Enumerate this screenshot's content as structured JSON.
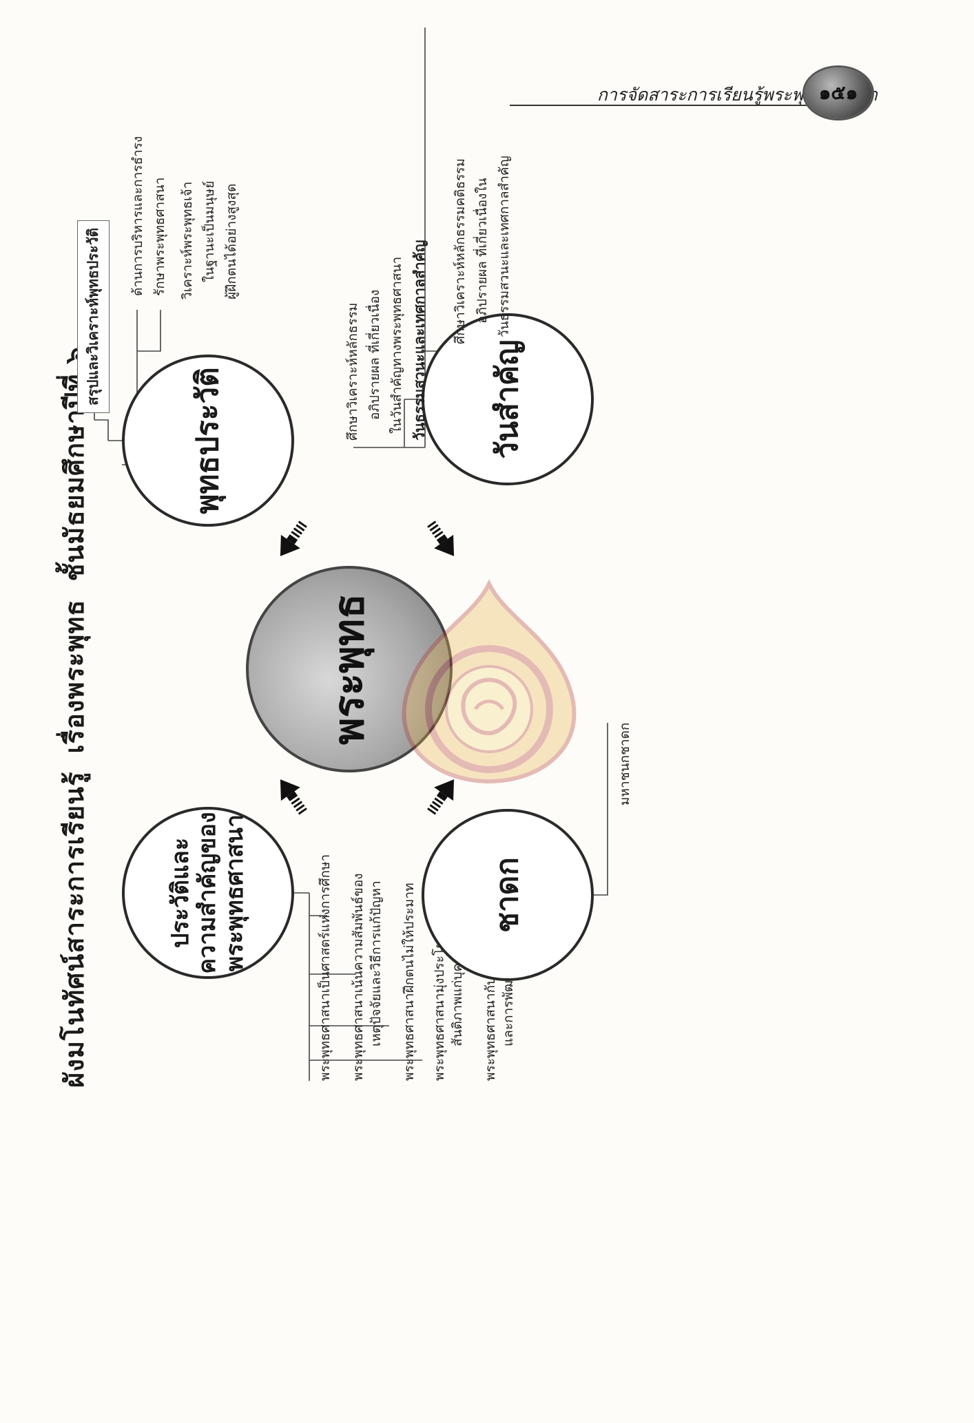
{
  "header": {
    "running_head": "การจัดสาระการเรียนรู้พระพุทธศาสนา",
    "page_number": "๑๕๑"
  },
  "title": {
    "part1": "ผังมโนทัศน์สาระการเรียนรู้",
    "part2": "เรื่องพระพุทธ",
    "part3": "ชั้นมัธยมศึกษาปีที่ ๖"
  },
  "center": {
    "label": "พระพุทธ"
  },
  "history": {
    "label_line1": "ประวัติและ",
    "label_line2": "ความสำคัญของ",
    "label_line3": "พระพุทธศาสนา",
    "items": [
      "พระพุทธศาสนาเป็นศาสตร์แห่งการศึกษา",
      "พระพุทธศาสนาเน้นความสัมพันธ์ของ",
      "เหตุปัจจัยและวิธีการแก้ปัญหา",
      "พระพุทธศาสนาฝึกตนไม่ให้ประมาท",
      "พระพุทธศาสนามุ่งประโยชน์สุขและ",
      "สันติภาพแก่บุคคล สังคม และโลก",
      "พระพุทธศาสนากับเศรษฐกิจพอเพียง",
      "และการพัฒนาแบบยั่งยืน"
    ]
  },
  "biography": {
    "label": "พุทธประวัติ",
    "box_label": "สรุปและวิเคราะห์พุทธประวัติ",
    "items": [
      "ด้านการบริหารและการธำรง",
      "รักษาพระพุทธศาสนา",
      "วิเคราะห์พระพุทธเจ้า",
      "ในฐานะเป็นมนุษย์",
      "ผู้ฝึกตนได้อย่างสูงสุด"
    ]
  },
  "jataka": {
    "label": "ชาดก",
    "items": [
      "มหาชนกชาดก"
    ]
  },
  "important_days": {
    "label": "วันสำคัญ",
    "items": [
      "ศึกษาวิเคราะห์หลักธรรม",
      "อภิปรายผล ที่เกี่ยวเนื่อง",
      "ในวันสำคัญทางพระพุทธศาสนา"
    ],
    "sub_heading": "วันธรรมสวนะและเทศกาลสำคัญ",
    "sub_items": [
      "ศึกษาวิเคราะห์หลักธรรมคติธรรม",
      "อภิปรายผล ที่เกี่ยวเนื่องใน",
      "วันธรรมสวนะและเทศกาลสำคัญ"
    ]
  },
  "colors": {
    "ink": "#1a1a1a",
    "paper": "#fdfcf8",
    "watermark": "#c98a2e"
  },
  "icons": {
    "watermark": "ministry-seal-icon",
    "arrow": "striped-arrow-icon"
  }
}
